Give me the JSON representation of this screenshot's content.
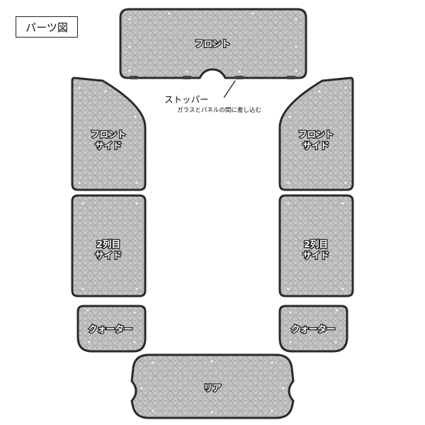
{
  "title": "パーツ図",
  "parts": {
    "front": "フロント",
    "front_side_left": [
      "フロント",
      "サイド"
    ],
    "front_side_right": [
      "フロント",
      "サイド"
    ],
    "second_row_left": [
      "2列目",
      "サイド"
    ],
    "second_row_right": [
      "2列目",
      "サイド"
    ],
    "quarter_left": "クォーター",
    "quarter_right": "クォーター",
    "rear": "リア"
  },
  "callout": {
    "title": "ストッパー",
    "note": "ガラスとパネルの間に差し込む"
  },
  "colors": {
    "panel_fill": "#bdbdbd",
    "panel_border": "#2a2a2a",
    "suction_cup": "#f3ecd2"
  }
}
